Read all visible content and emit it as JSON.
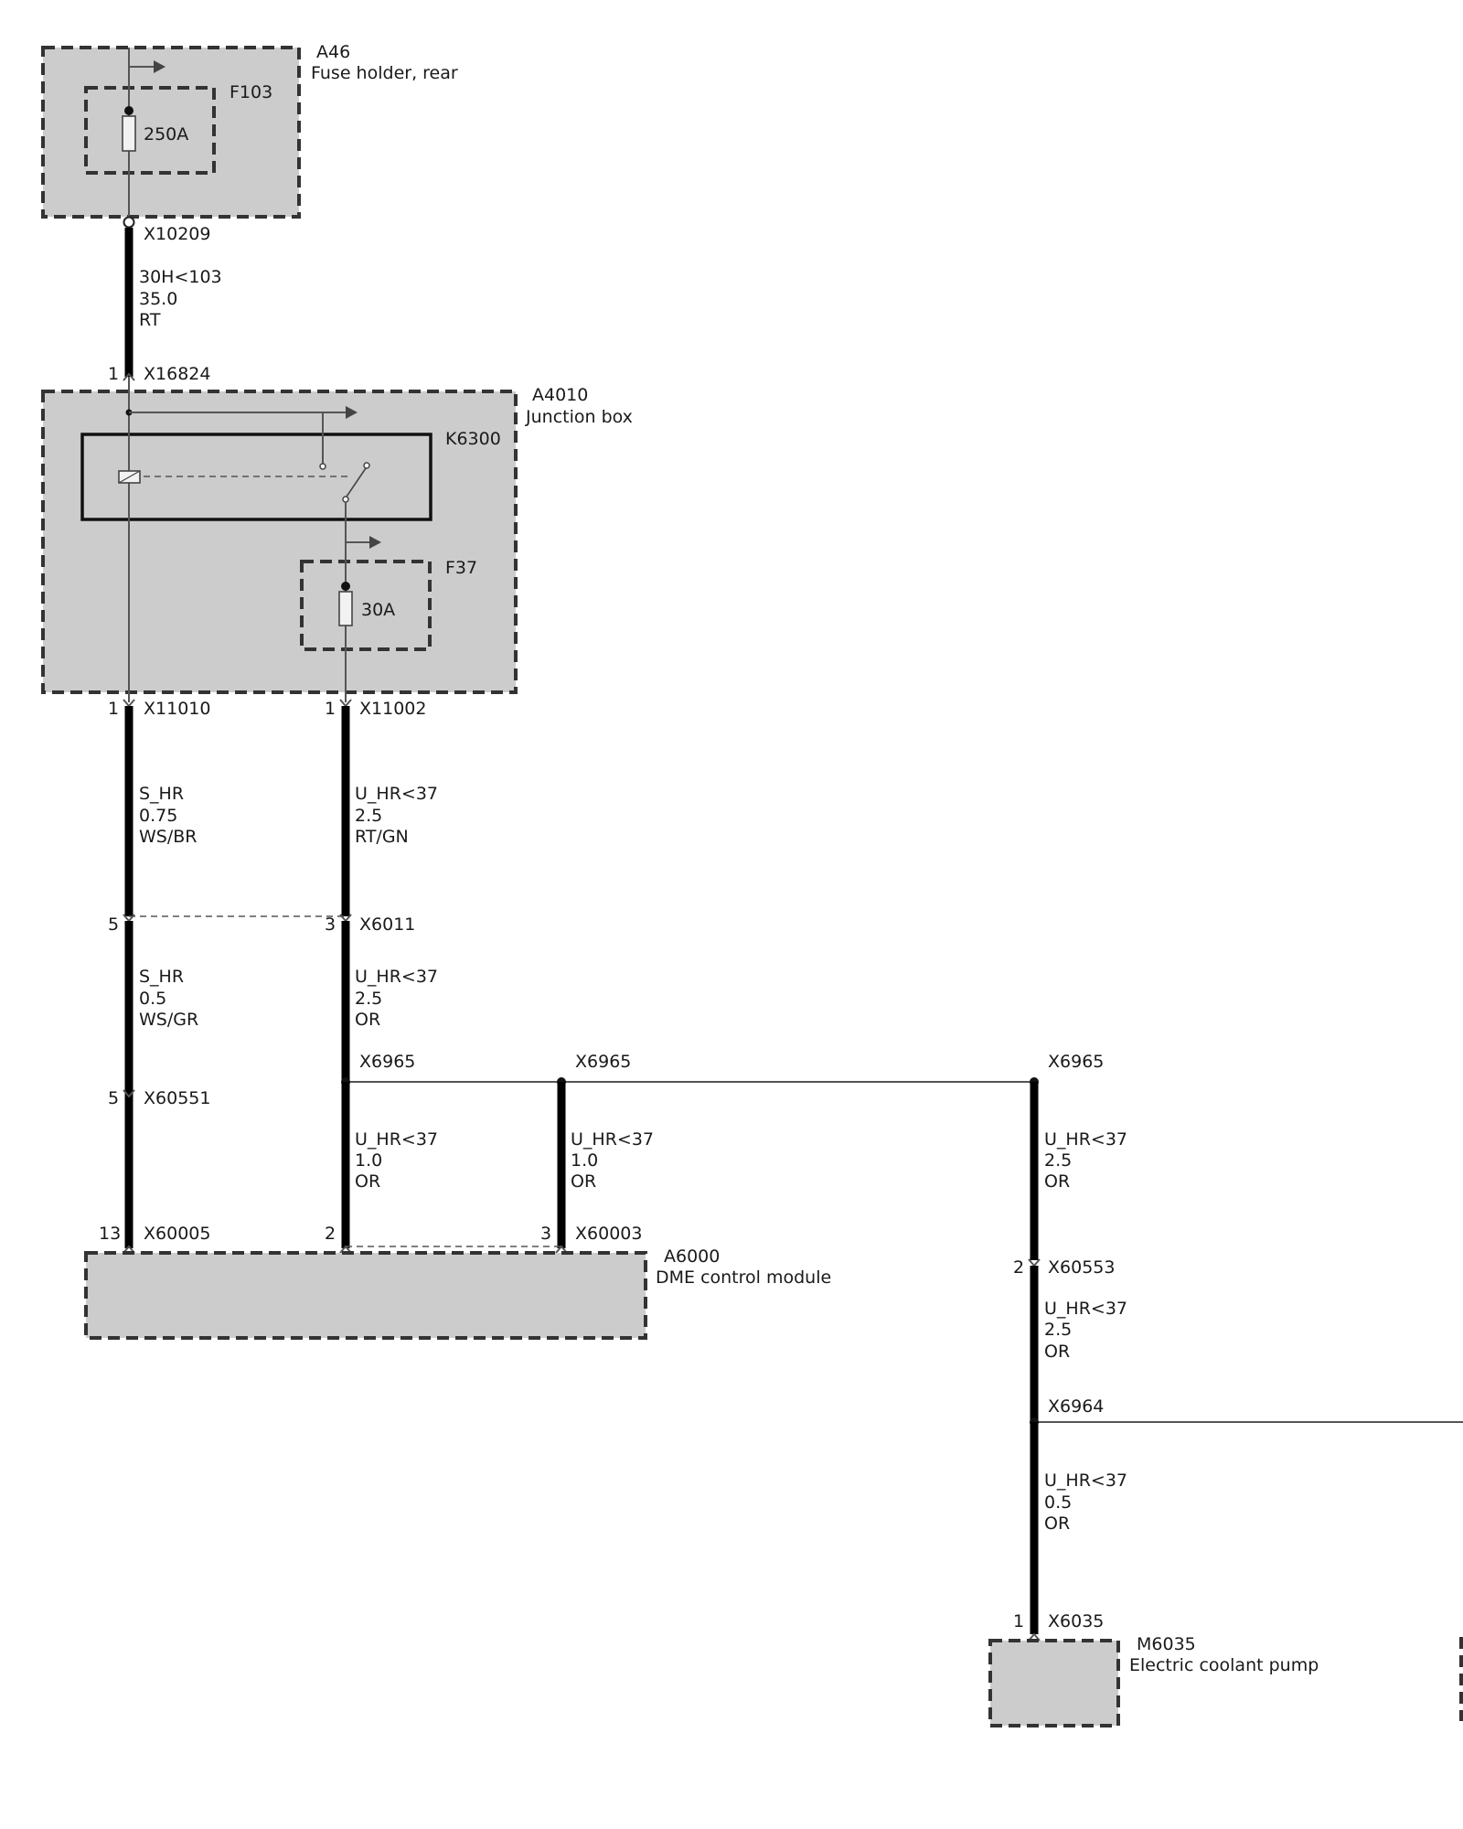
{
  "components": {
    "a46": {
      "id": "A46",
      "name": "Fuse holder, rear"
    },
    "f103": {
      "id": "F103",
      "rating": "250A"
    },
    "a4010": {
      "id": "A4010",
      "name": "Junction box"
    },
    "k6300": {
      "id": "K6300"
    },
    "f37": {
      "id": "F37",
      "rating": "30A"
    },
    "a6000": {
      "id": "A6000",
      "name": "DME control module"
    },
    "m6035": {
      "id": "M6035",
      "name": "Electric coolant pump"
    }
  },
  "connectors": {
    "x10209": "X10209",
    "x16824": {
      "id": "X16824",
      "pin": "1"
    },
    "x11010": {
      "id": "X11010",
      "pin": "1"
    },
    "x11002": {
      "id": "X11002",
      "pin": "1"
    },
    "x6011": {
      "id": "X6011",
      "pin_left": "5",
      "pin_right": "3"
    },
    "x60551": {
      "id": "X60551",
      "pin": "5"
    },
    "x6965": "X6965",
    "x60005": {
      "id": "X60005",
      "pin": "13"
    },
    "x60003": {
      "id": "X60003",
      "pin_left": "2",
      "pin_right": "3"
    },
    "x60553": {
      "id": "X60553",
      "pin": "2"
    },
    "x6964": "X6964",
    "x6035": {
      "id": "X6035",
      "pin": "1"
    }
  },
  "wires": {
    "w1": {
      "signal": "30H<103",
      "size": "35.0",
      "color": "RT"
    },
    "w2": {
      "signal": "S_HR",
      "size": "0.75",
      "color": "WS/BR"
    },
    "w3": {
      "signal": "U_HR<37",
      "size": "2.5",
      "color": "RT/GN"
    },
    "w4": {
      "signal": "S_HR",
      "size": "0.5",
      "color": "WS/GR"
    },
    "w5": {
      "signal": "U_HR<37",
      "size": "2.5",
      "color": "OR"
    },
    "w6": {
      "signal": "U_HR<37",
      "size": "1.0",
      "color": "OR"
    },
    "w7": {
      "signal": "U_HR<37",
      "size": "1.0",
      "color": "OR"
    },
    "w8": {
      "signal": "U_HR<37",
      "size": "2.5",
      "color": "OR"
    },
    "w9": {
      "signal": "U_HR<37",
      "size": "2.5",
      "color": "OR"
    },
    "w10": {
      "signal": "U_HR<37",
      "size": "0.5",
      "color": "OR"
    }
  }
}
